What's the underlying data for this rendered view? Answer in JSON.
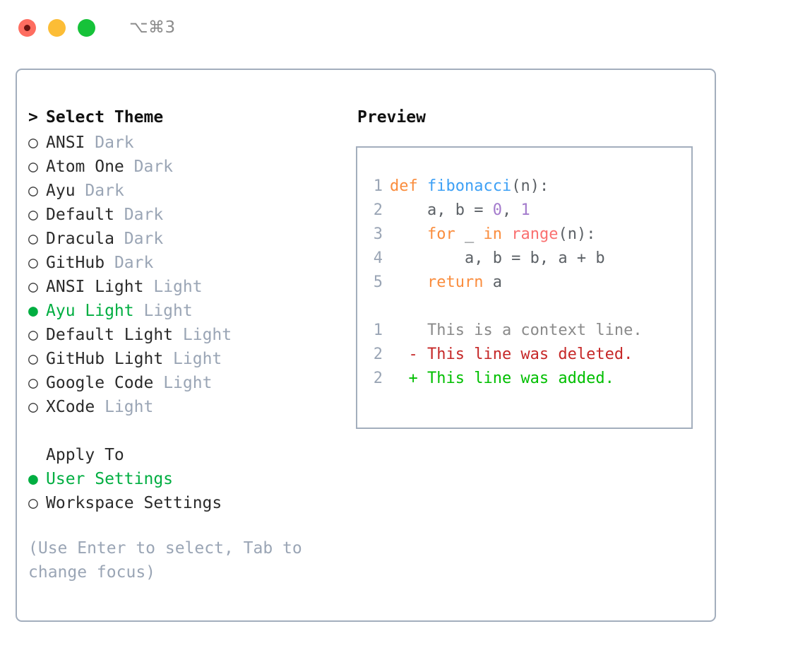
{
  "window": {
    "shortcut": "⌥⌘3",
    "traffic_lights": [
      {
        "name": "close",
        "color": "#fe6d60"
      },
      {
        "name": "minimize",
        "color": "#fcbd36"
      },
      {
        "name": "maximize",
        "color": "#16c239"
      }
    ]
  },
  "theme_list": {
    "header": {
      "marker": ">",
      "label": "Select Theme"
    },
    "items": [
      {
        "marker": "○",
        "label": "ANSI",
        "suffix": "Dark",
        "selected": false
      },
      {
        "marker": "○",
        "label": "Atom One",
        "suffix": "Dark",
        "selected": false
      },
      {
        "marker": "○",
        "label": "Ayu",
        "suffix": "Dark",
        "selected": false
      },
      {
        "marker": "○",
        "label": "Default",
        "suffix": "Dark",
        "selected": false
      },
      {
        "marker": "○",
        "label": "Dracula",
        "suffix": "Dark",
        "selected": false
      },
      {
        "marker": "○",
        "label": "GitHub",
        "suffix": "Dark",
        "selected": false
      },
      {
        "marker": "○",
        "label": "ANSI Light",
        "suffix": "Light",
        "selected": false
      },
      {
        "marker": "●",
        "label": "Ayu Light",
        "suffix": "Light",
        "selected": true
      },
      {
        "marker": "○",
        "label": "Default Light",
        "suffix": "Light",
        "selected": false
      },
      {
        "marker": "○",
        "label": "GitHub Light",
        "suffix": "Light",
        "selected": false
      },
      {
        "marker": "○",
        "label": "Google Code",
        "suffix": "Light",
        "selected": false
      },
      {
        "marker": "○",
        "label": "XCode",
        "suffix": "Light",
        "selected": false
      }
    ]
  },
  "apply_to": {
    "heading": "Apply To",
    "items": [
      {
        "marker": "●",
        "label": "User Settings",
        "selected": true
      },
      {
        "marker": "○",
        "label": "Workspace Settings",
        "selected": false
      }
    ]
  },
  "hint": "(Use Enter to select, Tab to change focus)",
  "preview": {
    "title": "Preview",
    "code_lines": [
      {
        "number": "1",
        "tokens": [
          {
            "text": "def ",
            "type": "kw"
          },
          {
            "text": "fibonacci",
            "type": "fn"
          },
          {
            "text": "(n):",
            "type": "punct"
          }
        ]
      },
      {
        "number": "2",
        "tokens": [
          {
            "text": "    a, b = ",
            "type": "plain"
          },
          {
            "text": "0",
            "type": "num"
          },
          {
            "text": ", ",
            "type": "plain"
          },
          {
            "text": "1",
            "type": "num"
          }
        ]
      },
      {
        "number": "3",
        "tokens": [
          {
            "text": "    ",
            "type": "plain"
          },
          {
            "text": "for",
            "type": "kw"
          },
          {
            "text": " _ ",
            "type": "plain"
          },
          {
            "text": "in",
            "type": "kw"
          },
          {
            "text": " ",
            "type": "plain"
          },
          {
            "text": "range",
            "type": "builtin"
          },
          {
            "text": "(n):",
            "type": "punct"
          }
        ]
      },
      {
        "number": "4",
        "tokens": [
          {
            "text": "        a, b = b, a + b",
            "type": "plain"
          }
        ]
      },
      {
        "number": "5",
        "tokens": [
          {
            "text": "    ",
            "type": "plain"
          },
          {
            "text": "return",
            "type": "kw"
          },
          {
            "text": " a",
            "type": "plain"
          }
        ]
      }
    ],
    "diff_lines": [
      {
        "number": "1",
        "sign": " ",
        "text": "This is a context line.",
        "type": "context"
      },
      {
        "number": "2",
        "sign": "-",
        "text": "This line was deleted.",
        "type": "del"
      },
      {
        "number": "2",
        "sign": "+",
        "text": "This line was added.",
        "type": "add"
      }
    ]
  },
  "colors": {
    "accent_green": "#00ae41",
    "dim_text": "#9aa5b5",
    "border": "#a3aebd",
    "keyword": "#fa8d3e",
    "function": "#3da0f5",
    "builtin": "#fa7070",
    "number": "#a37acc",
    "diff_delete": "#c62828",
    "diff_add": "#00bf00"
  }
}
